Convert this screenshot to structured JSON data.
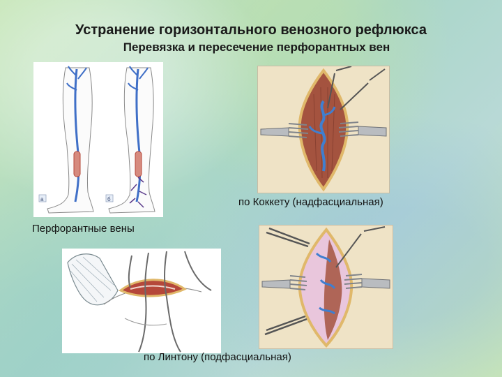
{
  "slide": {
    "title": "Устранение горизонтального венозного рефлюкса",
    "subtitle": "Перевязка и пересечение перфорантных вен"
  },
  "captions": {
    "cockett": "по Коккету (надфасциальная)",
    "perforants": "Перфорантные вены",
    "linton": "по Линтону (подфасциальная)"
  },
  "figure_labels": {
    "left_leg": "a",
    "right_leg": "б"
  },
  "colors": {
    "vein_blue": "#3f6fc7",
    "tissue_red": "#b5473a",
    "fascia_pink": "#e9c6dc",
    "skin": "#e7c48c"
  }
}
